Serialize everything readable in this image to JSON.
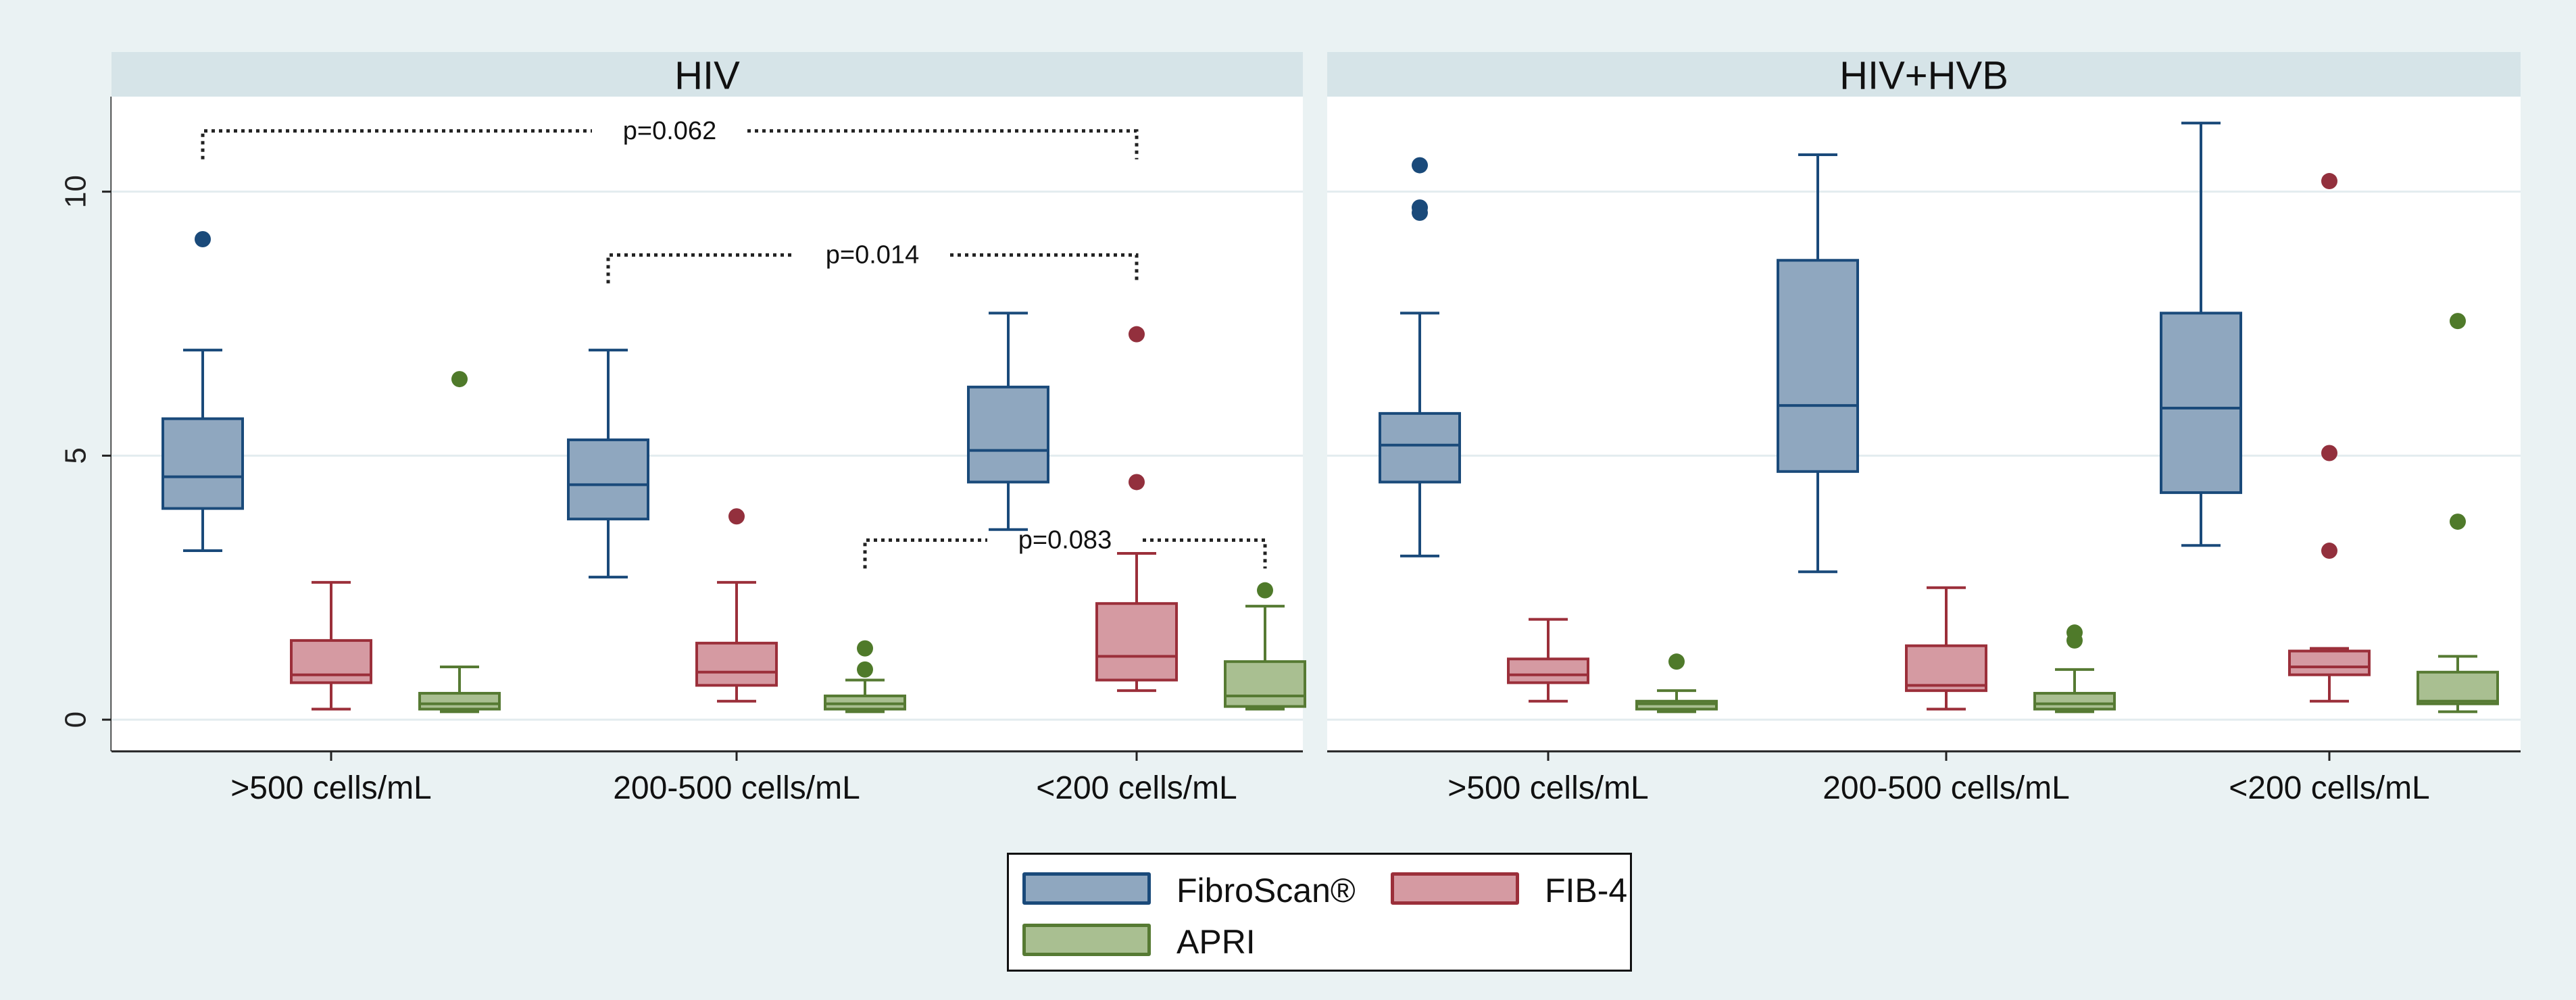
{
  "chart_data": {
    "type": "box",
    "y_range": [
      -0.6,
      11.8
    ],
    "y_ticks": [
      0,
      5,
      10
    ],
    "y_tick_labels": [
      "0",
      "5",
      "10"
    ],
    "grid": true,
    "legend_position": "bottom-center",
    "categories": [
      ">500 cells/mL",
      "200-500 cells/mL",
      "<200 cells/mL"
    ],
    "series": [
      {
        "name": "FibroScan®",
        "fill": "#8fa7bf",
        "stroke": "#1a4a7a",
        "outlier_color": "#1a4a7a"
      },
      {
        "name": "FIB-4",
        "fill": "#d59aa2",
        "stroke": "#9b2f3a",
        "outlier_color": "#93303d"
      },
      {
        "name": "APRI",
        "fill": "#a9bf91",
        "stroke": "#567a33",
        "outlier_color": "#4f7a2a"
      }
    ],
    "panels": [
      {
        "title": "HIV",
        "groups": [
          [
            {
              "min": 3.2,
              "q1": 4.0,
              "median": 4.6,
              "q3": 5.7,
              "max": 7.0,
              "outliers": [
                9.1
              ]
            },
            {
              "min": 0.2,
              "q1": 0.7,
              "median": 0.85,
              "q3": 1.5,
              "max": 2.6,
              "outliers": []
            },
            {
              "min": 0.15,
              "q1": 0.2,
              "median": 0.3,
              "q3": 0.5,
              "max": 1.0,
              "outliers": [
                6.45
              ]
            }
          ],
          [
            {
              "min": 2.7,
              "q1": 3.8,
              "median": 4.45,
              "q3": 5.3,
              "max": 7.0,
              "outliers": []
            },
            {
              "min": 0.35,
              "q1": 0.65,
              "median": 0.9,
              "q3": 1.45,
              "max": 2.6,
              "outliers": [
                3.85
              ]
            },
            {
              "min": 0.15,
              "q1": 0.2,
              "median": 0.3,
              "q3": 0.45,
              "max": 0.75,
              "outliers": [
                0.95,
                1.35
              ]
            }
          ],
          [
            {
              "min": 3.6,
              "q1": 4.5,
              "median": 5.1,
              "q3": 6.3,
              "max": 7.7,
              "outliers": []
            },
            {
              "min": 0.55,
              "q1": 0.75,
              "median": 1.2,
              "q3": 2.2,
              "max": 3.15,
              "outliers": [
                4.5,
                7.3
              ]
            },
            {
              "min": 0.2,
              "q1": 0.25,
              "median": 0.45,
              "q3": 1.1,
              "max": 2.15,
              "outliers": [
                2.45
              ]
            }
          ]
        ],
        "annotations": [
          {
            "label": "p=0.062",
            "from_group": 0,
            "to_group": 2,
            "y": 11.15
          },
          {
            "label": "p=0.014",
            "from_group": 1,
            "to_group": 2,
            "y": 8.8
          },
          {
            "label": "p=0.083",
            "from_group": 1,
            "to_group": 2,
            "y": 3.4
          }
        ]
      },
      {
        "title": "HIV+HVB",
        "groups": [
          [
            {
              "min": 3.1,
              "q1": 4.5,
              "median": 5.2,
              "q3": 5.8,
              "max": 7.7,
              "outliers": [
                9.6,
                9.7,
                10.5
              ]
            },
            {
              "min": 0.35,
              "q1": 0.7,
              "median": 0.85,
              "q3": 1.15,
              "max": 1.9,
              "outliers": []
            },
            {
              "min": 0.15,
              "q1": 0.2,
              "median": 0.3,
              "q3": 0.35,
              "max": 0.55,
              "outliers": [
                1.1
              ]
            }
          ],
          [
            {
              "min": 2.8,
              "q1": 4.7,
              "median": 5.95,
              "q3": 8.7,
              "max": 10.7,
              "outliers": []
            },
            {
              "min": 0.2,
              "q1": 0.55,
              "median": 0.65,
              "q3": 1.4,
              "max": 2.5,
              "outliers": []
            },
            {
              "min": 0.15,
              "q1": 0.2,
              "median": 0.3,
              "q3": 0.5,
              "max": 0.95,
              "outliers": [
                1.5,
                1.65
              ]
            }
          ],
          [
            {
              "min": 3.3,
              "q1": 4.3,
              "median": 5.9,
              "q3": 7.7,
              "max": 11.3,
              "outliers": []
            },
            {
              "min": 0.35,
              "q1": 0.85,
              "median": 1.0,
              "q3": 1.3,
              "max": 1.35,
              "outliers": [
                3.2,
                5.05,
                10.2
              ]
            },
            {
              "min": 0.15,
              "q1": 0.3,
              "median": 0.35,
              "q3": 0.9,
              "max": 1.2,
              "outliers": [
                3.75,
                7.55
              ]
            }
          ]
        ],
        "annotations": []
      }
    ]
  }
}
